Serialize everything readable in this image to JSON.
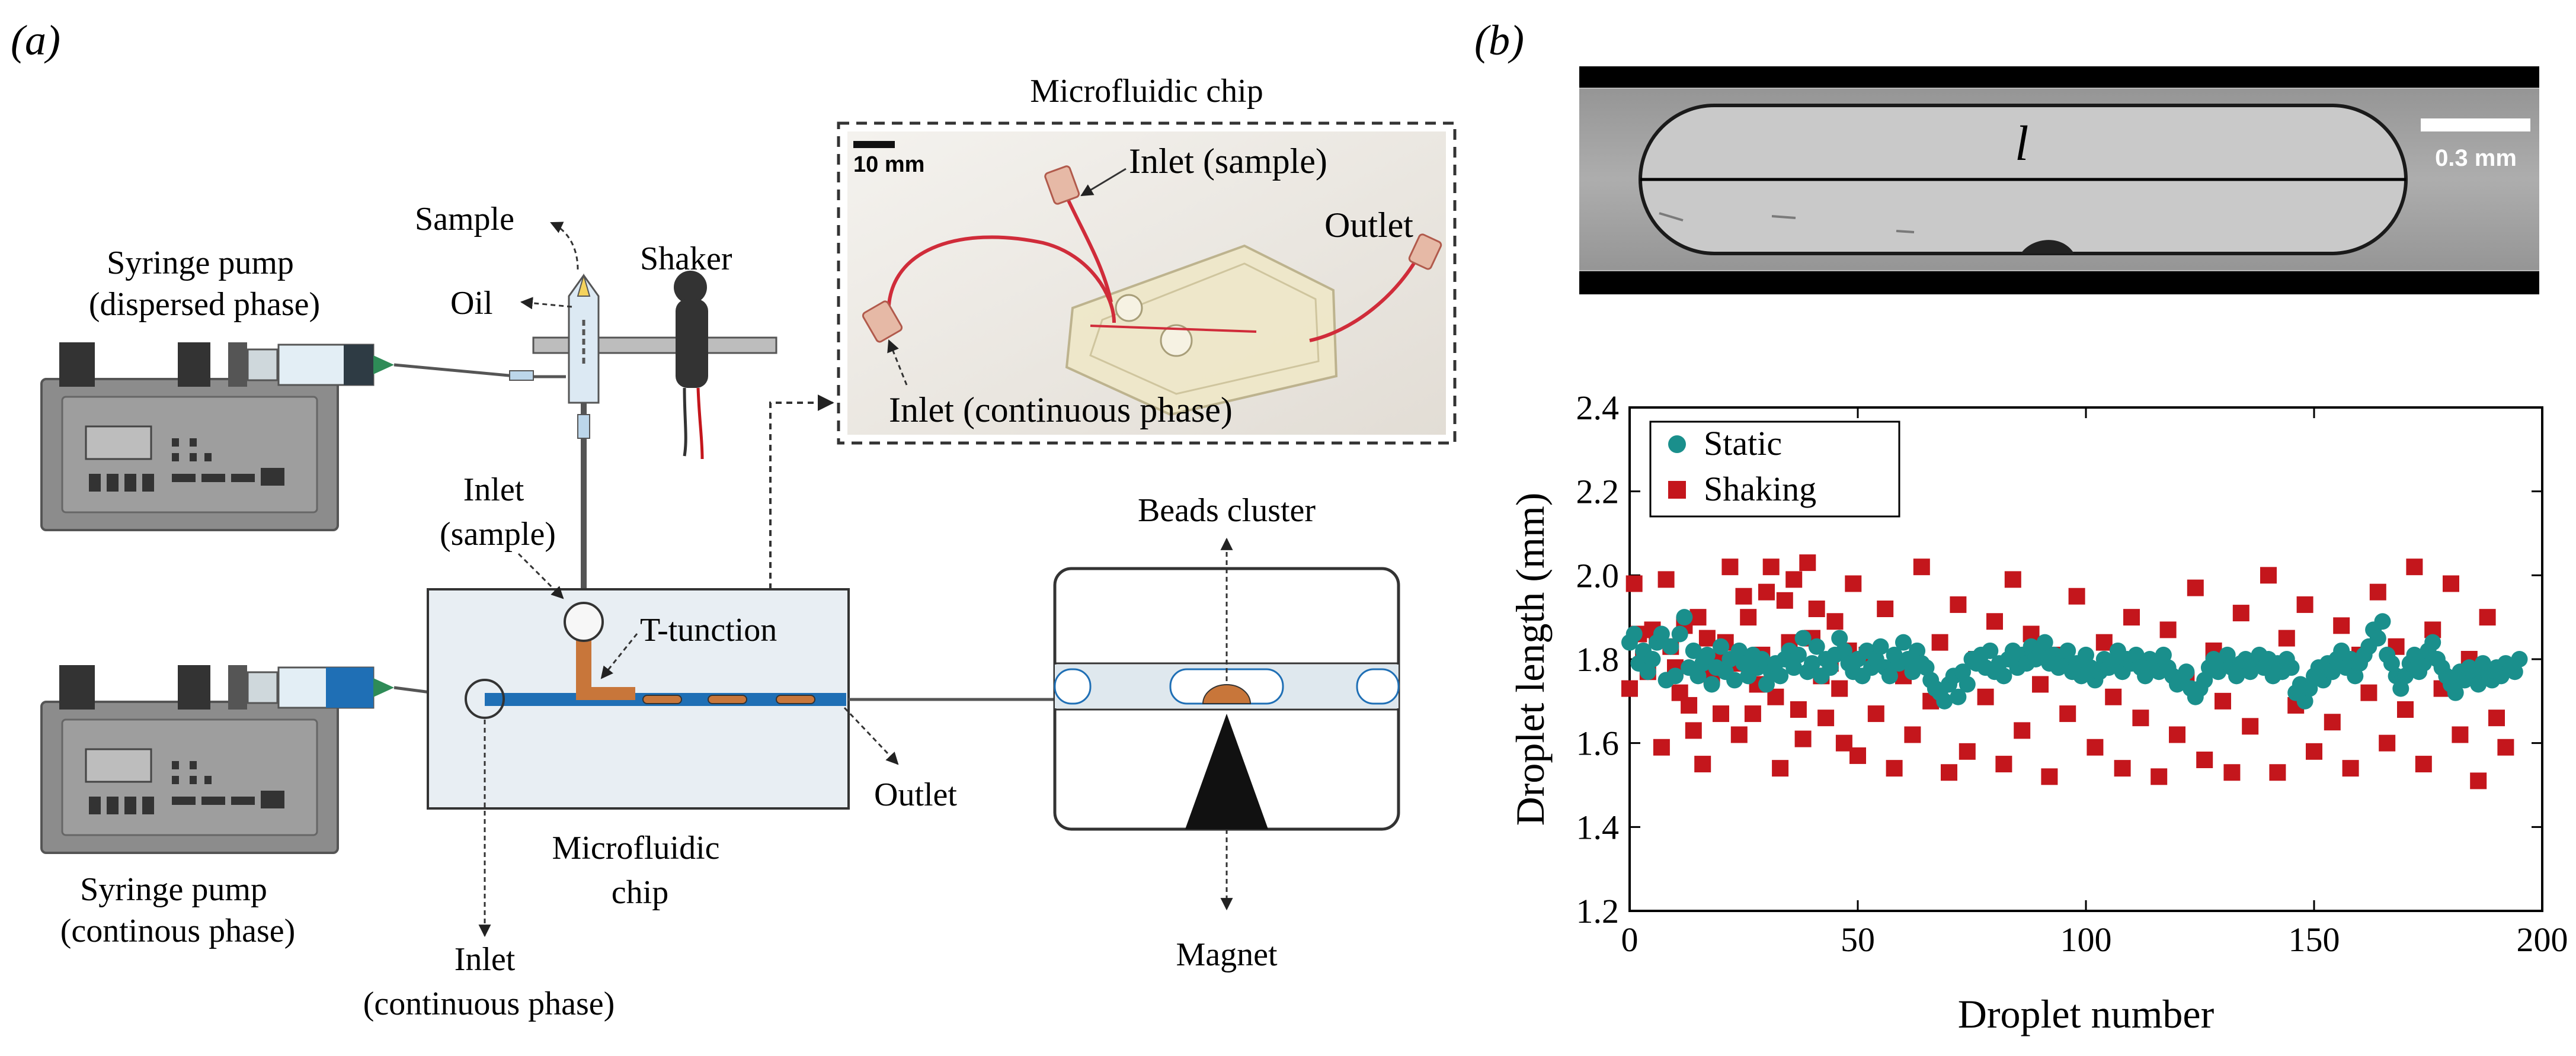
{
  "panel_a": {
    "label": "(a)",
    "pump_top": [
      "Syringe pump",
      "(dispersed phase)"
    ],
    "pump_bottom": [
      "Syringe pump",
      "(continous phase)"
    ],
    "sample": "Sample",
    "oil": "Oil",
    "shaker": "Shaker",
    "inlet_sample": [
      "Inlet",
      "(sample)"
    ],
    "t_junction": "T-tunction",
    "outlet": "Outlet",
    "chip_label": [
      "Microfluidic",
      "chip"
    ],
    "inlet_continuous": [
      "Inlet",
      "(continuous phase)"
    ],
    "beads_cluster": "Beads cluster",
    "magnet": "Magnet",
    "photo": {
      "title": "Microfluidic chip",
      "scale": "10 mm",
      "inlet_sample": "Inlet (sample)",
      "outlet": "Outlet",
      "inlet_continuous": "Inlet (continuous phase)"
    }
  },
  "panel_b": {
    "label": "(b)",
    "scale": "0.3 mm",
    "length_symbol": "l"
  },
  "colors": {
    "static": "#1a8f8c",
    "shaking": "#c4161c",
    "channel": "#1f6fb5",
    "droplet": "#c8763a"
  },
  "chart_data": {
    "type": "scatter",
    "xlabel": "Droplet number",
    "ylabel": "Droplet length  (mm)",
    "xlim": [
      0,
      200
    ],
    "ylim": [
      1.2,
      2.4
    ],
    "xticks": [
      0,
      50,
      100,
      150,
      200
    ],
    "yticks": [
      1.2,
      1.4,
      1.6,
      1.8,
      2.0,
      2.2,
      2.4
    ],
    "legend": "top-left",
    "grid": false,
    "series": [
      {
        "name": "Static",
        "marker": "circle",
        "color": "#1a8f8c",
        "x": [
          0,
          1,
          2,
          3,
          4,
          5,
          6,
          7,
          8,
          9,
          10,
          11,
          12,
          13,
          14,
          15,
          16,
          17,
          18,
          19,
          20,
          21,
          22,
          23,
          24,
          25,
          26,
          27,
          28,
          29,
          30,
          31,
          32,
          33,
          34,
          35,
          36,
          37,
          38,
          39,
          40,
          41,
          42,
          43,
          44,
          45,
          46,
          47,
          48,
          49,
          50,
          51,
          52,
          53,
          54,
          55,
          56,
          57,
          58,
          59,
          60,
          61,
          62,
          63,
          64,
          65,
          66,
          67,
          68,
          69,
          70,
          71,
          72,
          73,
          74,
          75,
          76,
          77,
          78,
          79,
          80,
          81,
          82,
          83,
          84,
          85,
          86,
          87,
          88,
          89,
          90,
          91,
          92,
          93,
          94,
          95,
          96,
          97,
          98,
          99,
          100,
          101,
          102,
          103,
          104,
          105,
          106,
          107,
          108,
          109,
          110,
          111,
          112,
          113,
          114,
          115,
          116,
          117,
          118,
          119,
          120,
          121,
          122,
          123,
          124,
          125,
          126,
          127,
          128,
          129,
          130,
          131,
          132,
          133,
          134,
          135,
          136,
          137,
          138,
          139,
          140,
          141,
          142,
          143,
          144,
          145,
          146,
          147,
          148,
          149,
          150,
          151,
          152,
          153,
          154,
          155,
          156,
          157,
          158,
          159,
          160,
          161,
          162,
          163,
          164,
          165,
          166,
          167,
          168,
          169,
          170,
          171,
          172,
          173,
          174,
          175,
          176,
          177,
          178,
          179,
          180,
          181,
          182,
          183,
          184,
          185,
          186,
          187,
          188,
          189,
          190,
          191,
          192,
          193,
          194,
          195
        ],
        "y": [
          1.84,
          1.86,
          1.79,
          1.82,
          1.77,
          1.8,
          1.84,
          1.86,
          1.75,
          1.83,
          1.76,
          1.86,
          1.9,
          1.78,
          1.82,
          1.76,
          1.79,
          1.81,
          1.74,
          1.78,
          1.83,
          1.77,
          1.8,
          1.75,
          1.82,
          1.79,
          1.76,
          1.81,
          1.78,
          1.8,
          1.74,
          1.77,
          1.79,
          1.76,
          1.8,
          1.82,
          1.78,
          1.81,
          1.85,
          1.77,
          1.79,
          1.83,
          1.76,
          1.8,
          1.78,
          1.81,
          1.85,
          1.82,
          1.79,
          1.77,
          1.8,
          1.76,
          1.82,
          1.78,
          1.8,
          1.83,
          1.78,
          1.76,
          1.81,
          1.79,
          1.84,
          1.8,
          1.77,
          1.82,
          1.79,
          1.78,
          1.75,
          1.73,
          1.72,
          1.7,
          1.74,
          1.76,
          1.71,
          1.77,
          1.74,
          1.8,
          1.79,
          1.81,
          1.78,
          1.82,
          1.77,
          1.79,
          1.76,
          1.8,
          1.82,
          1.78,
          1.81,
          1.79,
          1.83,
          1.8,
          1.82,
          1.84,
          1.79,
          1.81,
          1.78,
          1.8,
          1.82,
          1.77,
          1.79,
          1.76,
          1.81,
          1.78,
          1.75,
          1.77,
          1.8,
          1.78,
          1.79,
          1.82,
          1.77,
          1.8,
          1.79,
          1.81,
          1.78,
          1.76,
          1.8,
          1.79,
          1.77,
          1.81,
          1.78,
          1.76,
          1.74,
          1.75,
          1.77,
          1.73,
          1.71,
          1.73,
          1.75,
          1.78,
          1.8,
          1.77,
          1.79,
          1.81,
          1.78,
          1.76,
          1.79,
          1.8,
          1.77,
          1.79,
          1.81,
          1.78,
          1.8,
          1.76,
          1.79,
          1.77,
          1.8,
          1.78,
          1.72,
          1.74,
          1.7,
          1.73,
          1.76,
          1.78,
          1.75,
          1.79,
          1.77,
          1.8,
          1.82,
          1.78,
          1.8,
          1.76,
          1.79,
          1.81,
          1.83,
          1.87,
          1.85,
          1.89,
          1.81,
          1.79,
          1.76,
          1.73,
          1.76,
          1.79,
          1.81,
          1.77,
          1.79,
          1.82,
          1.84,
          1.8,
          1.78,
          1.76,
          1.74,
          1.72,
          1.77,
          1.75,
          1.78,
          1.76,
          1.74,
          1.79,
          1.77,
          1.75,
          1.78,
          1.76,
          1.79,
          1.78,
          1.77,
          1.8
        ]
      },
      {
        "name": "Shaking",
        "marker": "square",
        "color": "#c4161c",
        "x": [
          0,
          1,
          2,
          3,
          4,
          5,
          6,
          7,
          8,
          9,
          10,
          11,
          12,
          13,
          14,
          15,
          16,
          17,
          18,
          19,
          20,
          21,
          22,
          23,
          24,
          25,
          26,
          27,
          28,
          29,
          30,
          31,
          32,
          33,
          34,
          35,
          36,
          37,
          38,
          39,
          40,
          41,
          42,
          43,
          44,
          45,
          46,
          47,
          48,
          49,
          50,
          52,
          54,
          56,
          58,
          60,
          62,
          64,
          66,
          68,
          70,
          72,
          74,
          76,
          78,
          80,
          82,
          84,
          86,
          88,
          90,
          92,
          94,
          96,
          98,
          100,
          102,
          104,
          106,
          108,
          110,
          112,
          114,
          116,
          118,
          120,
          122,
          124,
          126,
          128,
          130,
          132,
          134,
          136,
          138,
          140,
          142,
          144,
          146,
          148,
          150,
          152,
          154,
          156,
          158,
          160,
          162,
          164,
          166,
          168,
          170,
          172,
          174,
          176,
          178,
          180,
          182,
          184,
          186,
          188,
          190,
          192
        ],
        "y": [
          1.73,
          1.98,
          1.86,
          1.8,
          1.77,
          1.87,
          1.85,
          1.59,
          1.99,
          1.83,
          1.78,
          1.72,
          1.88,
          1.69,
          1.63,
          1.9,
          1.55,
          1.85,
          1.76,
          1.8,
          1.67,
          1.84,
          2.02,
          1.79,
          1.62,
          1.95,
          1.9,
          1.67,
          1.74,
          1.81,
          1.96,
          2.02,
          1.71,
          1.54,
          1.94,
          1.84,
          1.99,
          1.68,
          1.61,
          2.03,
          1.85,
          1.92,
          1.76,
          1.66,
          1.79,
          1.89,
          1.73,
          1.6,
          1.82,
          1.98,
          1.57,
          1.81,
          1.67,
          1.92,
          1.54,
          1.76,
          1.62,
          2.02,
          1.7,
          1.84,
          1.53,
          1.93,
          1.58,
          1.8,
          1.71,
          1.89,
          1.55,
          1.99,
          1.63,
          1.86,
          1.74,
          1.52,
          1.81,
          1.67,
          1.95,
          1.77,
          1.59,
          1.84,
          1.71,
          1.54,
          1.9,
          1.66,
          1.78,
          1.52,
          1.87,
          1.62,
          1.75,
          1.97,
          1.56,
          1.82,
          1.7,
          1.53,
          1.91,
          1.64,
          1.79,
          2.0,
          1.53,
          1.85,
          1.69,
          1.93,
          1.58,
          1.77,
          1.65,
          1.88,
          1.54,
          1.81,
          1.72,
          1.96,
          1.6,
          1.83,
          1.68,
          2.02,
          1.55,
          1.87,
          1.73,
          1.98,
          1.62,
          1.8,
          1.51,
          1.9,
          1.66,
          1.59
        ]
      }
    ]
  }
}
